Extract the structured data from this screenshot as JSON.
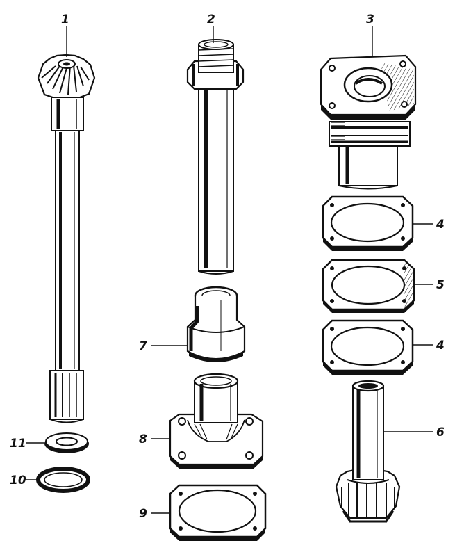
{
  "callouts": {
    "c1": "1",
    "c2": "2",
    "c3": "3",
    "c4a": "4",
    "c5": "5",
    "c4b": "4",
    "c6": "6",
    "c7": "7",
    "c8": "8",
    "c9": "9",
    "c10": "10",
    "c11": "11"
  },
  "colors": {
    "ink": "#111111",
    "paper": "#ffffff",
    "shade": "#2a2a2a"
  }
}
